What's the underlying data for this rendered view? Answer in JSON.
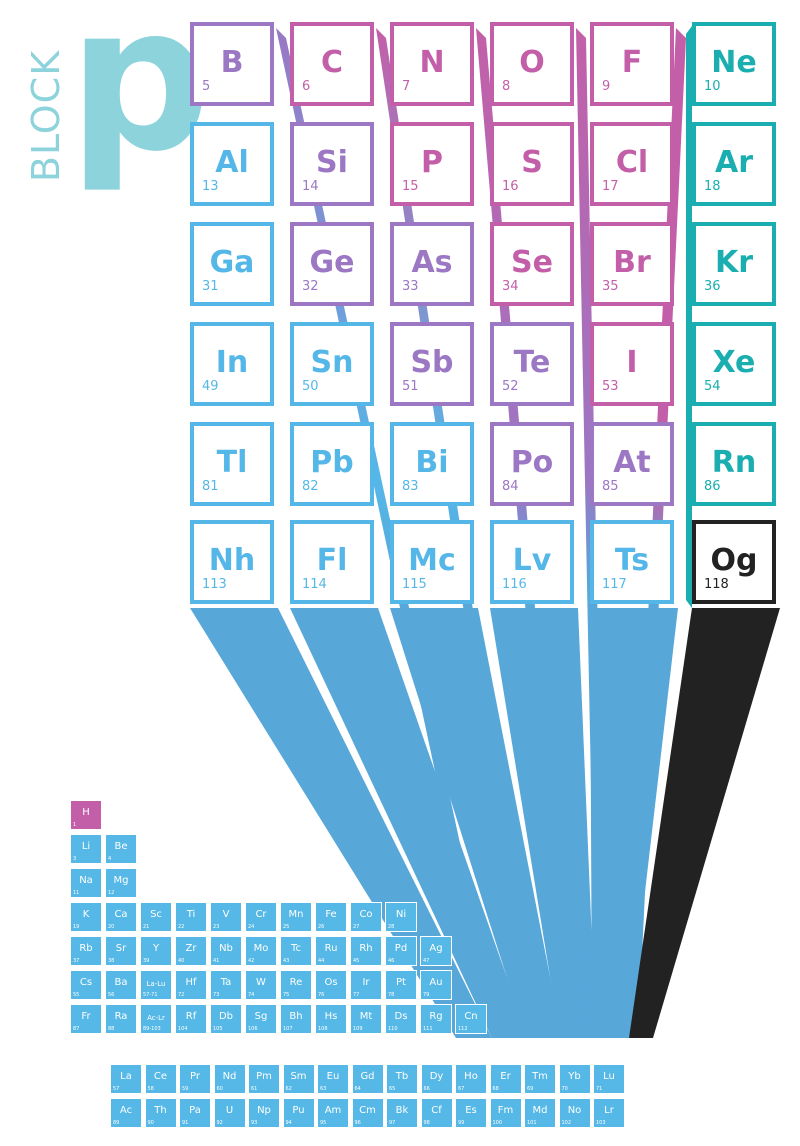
{
  "title": {
    "word": "BLOCK",
    "letter": "p"
  },
  "colors": {
    "title": "#8dd3dc",
    "blue": "#55b7e8",
    "pink": "#c35fa8",
    "purple": "#9b77c4",
    "teal": "#1aaeb0",
    "black": "#222222",
    "shadow_blue": "#58a7d9"
  },
  "p_block": [
    [
      {
        "sym": "B",
        "num": "5",
        "color": "purple"
      },
      {
        "sym": "C",
        "num": "6",
        "color": "pink"
      },
      {
        "sym": "N",
        "num": "7",
        "color": "pink"
      },
      {
        "sym": "O",
        "num": "8",
        "color": "pink"
      },
      {
        "sym": "F",
        "num": "9",
        "color": "pink"
      },
      {
        "sym": "Ne",
        "num": "10",
        "color": "teal"
      }
    ],
    [
      {
        "sym": "Al",
        "num": "13",
        "color": "blue"
      },
      {
        "sym": "Si",
        "num": "14",
        "color": "purple"
      },
      {
        "sym": "P",
        "num": "15",
        "color": "pink"
      },
      {
        "sym": "S",
        "num": "16",
        "color": "pink"
      },
      {
        "sym": "Cl",
        "num": "17",
        "color": "pink"
      },
      {
        "sym": "Ar",
        "num": "18",
        "color": "teal"
      }
    ],
    [
      {
        "sym": "Ga",
        "num": "31",
        "color": "blue"
      },
      {
        "sym": "Ge",
        "num": "32",
        "color": "purple"
      },
      {
        "sym": "As",
        "num": "33",
        "color": "purple"
      },
      {
        "sym": "Se",
        "num": "34",
        "color": "pink"
      },
      {
        "sym": "Br",
        "num": "35",
        "color": "pink"
      },
      {
        "sym": "Kr",
        "num": "36",
        "color": "teal"
      }
    ],
    [
      {
        "sym": "In",
        "num": "49",
        "color": "blue"
      },
      {
        "sym": "Sn",
        "num": "50",
        "color": "blue"
      },
      {
        "sym": "Sb",
        "num": "51",
        "color": "purple"
      },
      {
        "sym": "Te",
        "num": "52",
        "color": "purple"
      },
      {
        "sym": "I",
        "num": "53",
        "color": "pink"
      },
      {
        "sym": "Xe",
        "num": "54",
        "color": "teal"
      }
    ],
    [
      {
        "sym": "Tl",
        "num": "81",
        "color": "blue"
      },
      {
        "sym": "Pb",
        "num": "82",
        "color": "blue"
      },
      {
        "sym": "Bi",
        "num": "83",
        "color": "blue"
      },
      {
        "sym": "Po",
        "num": "84",
        "color": "purple"
      },
      {
        "sym": "At",
        "num": "85",
        "color": "purple"
      },
      {
        "sym": "Rn",
        "num": "86",
        "color": "teal"
      }
    ],
    [
      {
        "sym": "Nh",
        "num": "113",
        "color": "blue"
      },
      {
        "sym": "Fl",
        "num": "114",
        "color": "blue"
      },
      {
        "sym": "Mc",
        "num": "115",
        "color": "blue"
      },
      {
        "sym": "Lv",
        "num": "116",
        "color": "blue"
      },
      {
        "sym": "Ts",
        "num": "117",
        "color": "blue"
      },
      {
        "sym": "Og",
        "num": "118",
        "color": "black"
      }
    ]
  ],
  "small_table": {
    "rows": [
      [
        {
          "sym": "H",
          "num": "1",
          "color": "pink"
        }
      ],
      [
        {
          "sym": "Li",
          "num": "3"
        },
        {
          "sym": "Be",
          "num": "4"
        }
      ],
      [
        {
          "sym": "Na",
          "num": "11"
        },
        {
          "sym": "Mg",
          "num": "12"
        }
      ],
      [
        {
          "sym": "K",
          "num": "19"
        },
        {
          "sym": "Ca",
          "num": "20"
        },
        {
          "sym": "Sc",
          "num": "21"
        },
        {
          "sym": "Ti",
          "num": "22"
        },
        {
          "sym": "V",
          "num": "23"
        },
        {
          "sym": "Cr",
          "num": "24"
        },
        {
          "sym": "Mn",
          "num": "25"
        },
        {
          "sym": "Fe",
          "num": "26"
        },
        {
          "sym": "Co",
          "num": "27"
        },
        {
          "sym": "Ni",
          "num": "28"
        }
      ],
      [
        {
          "sym": "Rb",
          "num": "37"
        },
        {
          "sym": "Sr",
          "num": "38"
        },
        {
          "sym": "Y",
          "num": "39"
        },
        {
          "sym": "Zr",
          "num": "40"
        },
        {
          "sym": "Nb",
          "num": "41"
        },
        {
          "sym": "Mo",
          "num": "42"
        },
        {
          "sym": "Tc",
          "num": "43"
        },
        {
          "sym": "Ru",
          "num": "44"
        },
        {
          "sym": "Rh",
          "num": "45"
        },
        {
          "sym": "Pd",
          "num": "46"
        },
        {
          "sym": "Ag",
          "num": "47"
        }
      ],
      [
        {
          "sym": "Cs",
          "num": "55"
        },
        {
          "sym": "Ba",
          "num": "56"
        },
        {
          "sym": "La-Lu",
          "num": "57-71"
        },
        {
          "sym": "Hf",
          "num": "72"
        },
        {
          "sym": "Ta",
          "num": "73"
        },
        {
          "sym": "W",
          "num": "74"
        },
        {
          "sym": "Re",
          "num": "75"
        },
        {
          "sym": "Os",
          "num": "76"
        },
        {
          "sym": "Ir",
          "num": "77"
        },
        {
          "sym": "Pt",
          "num": "78"
        },
        {
          "sym": "Au",
          "num": "79"
        }
      ],
      [
        {
          "sym": "Fr",
          "num": "87"
        },
        {
          "sym": "Ra",
          "num": "88"
        },
        {
          "sym": "Ac-Lr",
          "num": "89-103"
        },
        {
          "sym": "Rf",
          "num": "104"
        },
        {
          "sym": "Db",
          "num": "105"
        },
        {
          "sym": "Sg",
          "num": "106"
        },
        {
          "sym": "Bh",
          "num": "107"
        },
        {
          "sym": "Hs",
          "num": "108"
        },
        {
          "sym": "Mt",
          "num": "109"
        },
        {
          "sym": "Ds",
          "num": "110"
        },
        {
          "sym": "Rg",
          "num": "111"
        },
        {
          "sym": "Cn",
          "num": "112"
        }
      ]
    ],
    "f_rows": [
      [
        {
          "sym": "La",
          "num": "57"
        },
        {
          "sym": "Ce",
          "num": "58"
        },
        {
          "sym": "Pr",
          "num": "59"
        },
        {
          "sym": "Nd",
          "num": "60"
        },
        {
          "sym": "Pm",
          "num": "61"
        },
        {
          "sym": "Sm",
          "num": "62"
        },
        {
          "sym": "Eu",
          "num": "63"
        },
        {
          "sym": "Gd",
          "num": "64"
        },
        {
          "sym": "Tb",
          "num": "65"
        },
        {
          "sym": "Dy",
          "num": "66"
        },
        {
          "sym": "Ho",
          "num": "67"
        },
        {
          "sym": "Er",
          "num": "68"
        },
        {
          "sym": "Tm",
          "num": "69"
        },
        {
          "sym": "Yb",
          "num": "70"
        },
        {
          "sym": "Lu",
          "num": "71"
        }
      ],
      [
        {
          "sym": "Ac",
          "num": "89"
        },
        {
          "sym": "Th",
          "num": "90"
        },
        {
          "sym": "Pa",
          "num": "91"
        },
        {
          "sym": "U",
          "num": "92"
        },
        {
          "sym": "Np",
          "num": "93"
        },
        {
          "sym": "Pu",
          "num": "94"
        },
        {
          "sym": "Am",
          "num": "95"
        },
        {
          "sym": "Cm",
          "num": "96"
        },
        {
          "sym": "Bk",
          "num": "97"
        },
        {
          "sym": "Cf",
          "num": "98"
        },
        {
          "sym": "Es",
          "num": "99"
        },
        {
          "sym": "Fm",
          "num": "100"
        },
        {
          "sym": "Md",
          "num": "101"
        },
        {
          "sym": "No",
          "num": "102"
        },
        {
          "sym": "Lr",
          "num": "103"
        }
      ]
    ]
  }
}
